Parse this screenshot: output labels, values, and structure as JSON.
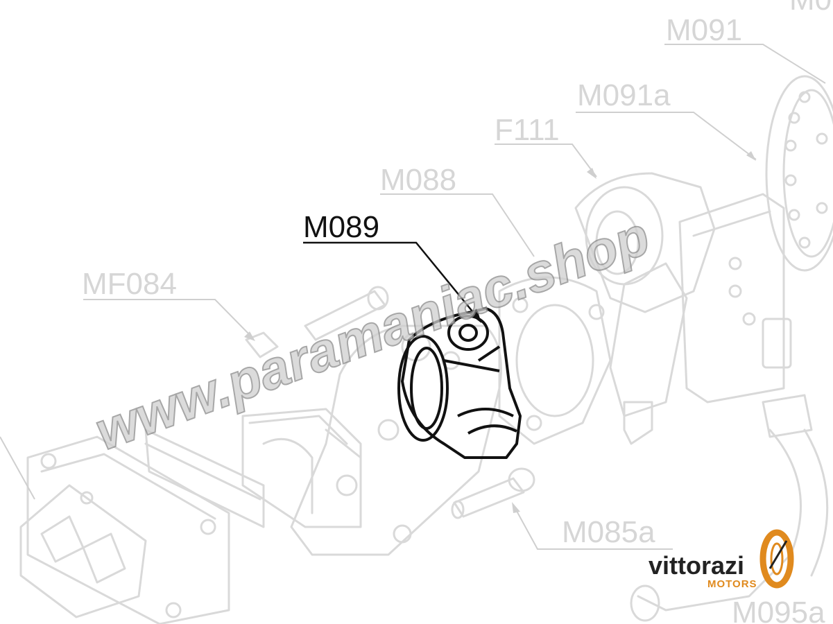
{
  "diagram": {
    "highlighted_part": "M089",
    "labels": {
      "m_top": "M0",
      "m091": "M091",
      "m091a": "M091a",
      "f111": "F111",
      "m088": "M088",
      "m089": "M089",
      "mf084": "MF084",
      "m085a": "M085a",
      "m095a": "M095a"
    }
  },
  "watermark": {
    "text": "www.paramaniac.shop"
  },
  "brand": {
    "name": "vittorazi",
    "subtitle": "MOTORS",
    "accent_color": "#e08a1e"
  },
  "colors": {
    "line_gray": "#d9d9d9",
    "highlight": "#111111"
  }
}
